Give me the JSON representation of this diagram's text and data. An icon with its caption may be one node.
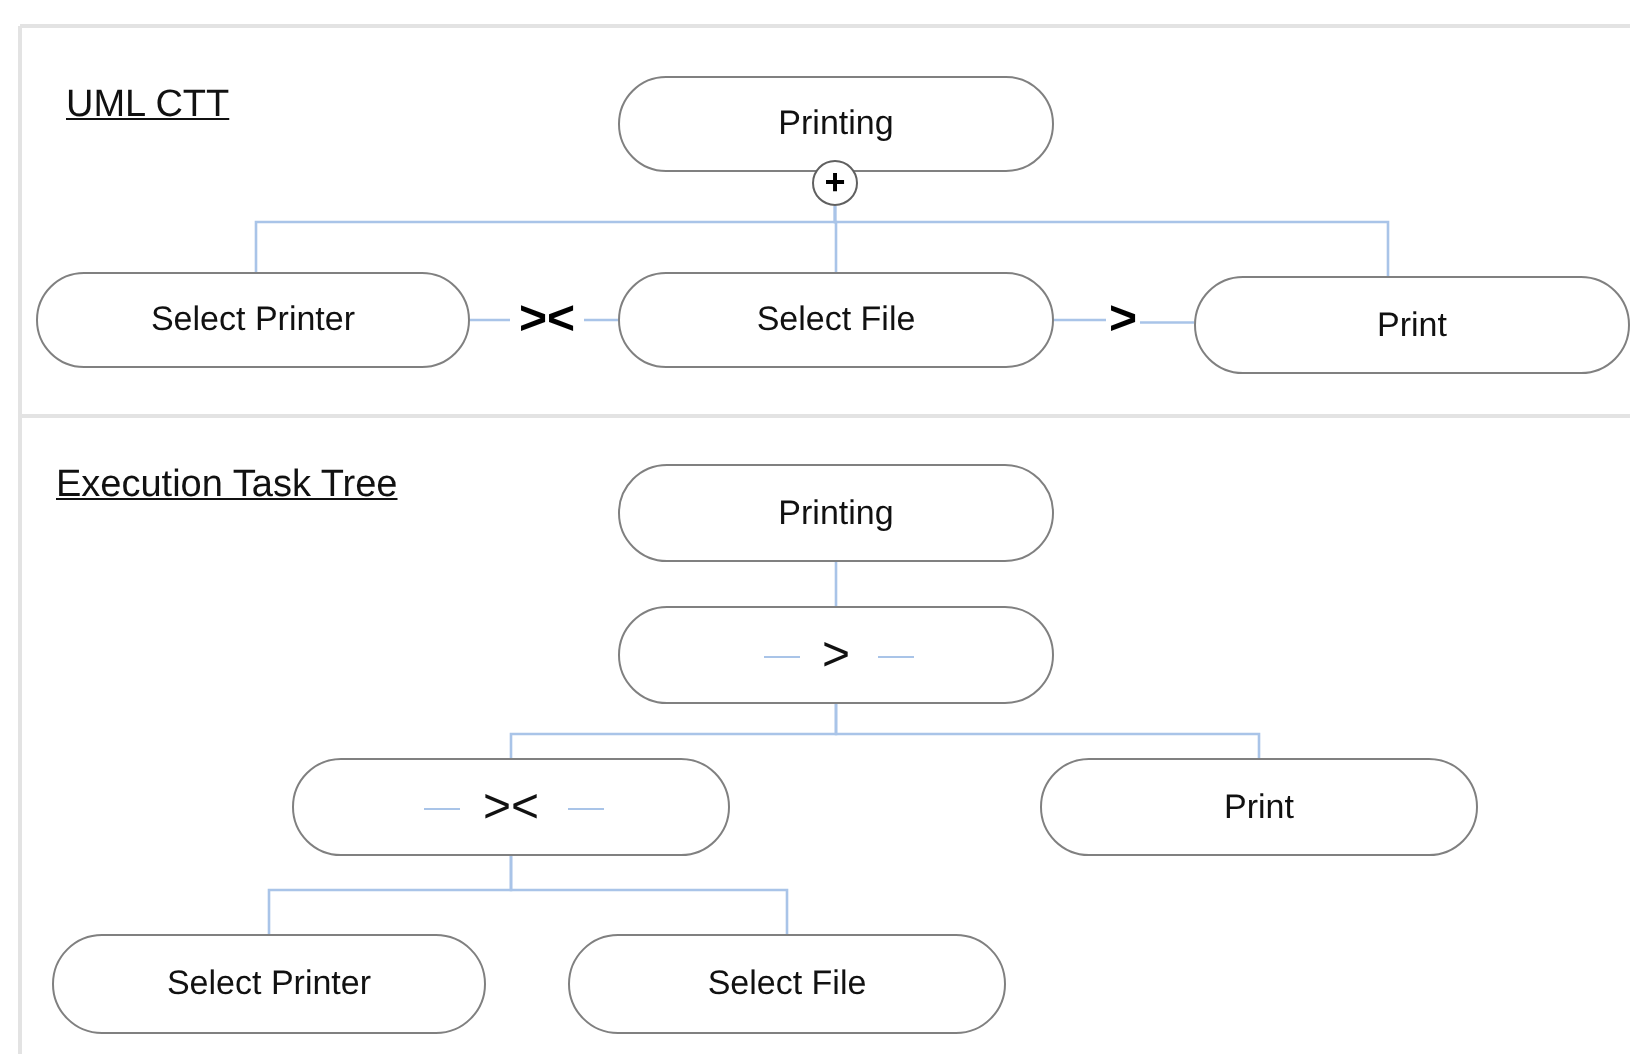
{
  "diagram": {
    "nodes": [
      {
        "text": [
          "Printing"
        ]
      },
      {
        "text": [
          "+"
        ]
      },
      {
        "text": [
          "Select Printer"
        ]
      },
      {
        "text": [
          "Select File"
        ]
      },
      {
        "text": [
          "Print"
        ]
      },
      {
        "text": [
          "><"
        ]
      },
      {
        "text": [
          ">"
        ]
      },
      {
        "text": [
          "Printing"
        ]
      },
      {
        "text": [
          ">"
        ]
      },
      {
        "text": [
          "><"
        ]
      },
      {
        "text": [
          "Print"
        ]
      },
      {
        "text": [
          "Select Printer"
        ]
      },
      {
        "text": [
          "Select File"
        ]
      }
    ],
    "edges": [
      {
        "from": 1,
        "to": 2,
        "arrow": "none"
      },
      {
        "from": 1,
        "to": 3,
        "arrow": "none"
      },
      {
        "from": 1,
        "to": 4,
        "arrow": "none"
      },
      {
        "from": 2,
        "to": 5,
        "arrow": "none"
      },
      {
        "from": 5,
        "to": 3,
        "arrow": "none"
      },
      {
        "from": 3,
        "to": 6,
        "arrow": "none"
      },
      {
        "from": 6,
        "to": 4,
        "arrow": "none"
      },
      {
        "from": 7,
        "to": 8,
        "arrow": "none"
      },
      {
        "from": 8,
        "to": 9,
        "arrow": "none"
      },
      {
        "from": 8,
        "to": 10,
        "arrow": "none"
      },
      {
        "from": 9,
        "to": 11,
        "arrow": "none"
      },
      {
        "from": 9,
        "to": 12,
        "arrow": "none"
      }
    ],
    "labels": [
      "UML CTT",
      "Execution Task Tree"
    ]
  }
}
